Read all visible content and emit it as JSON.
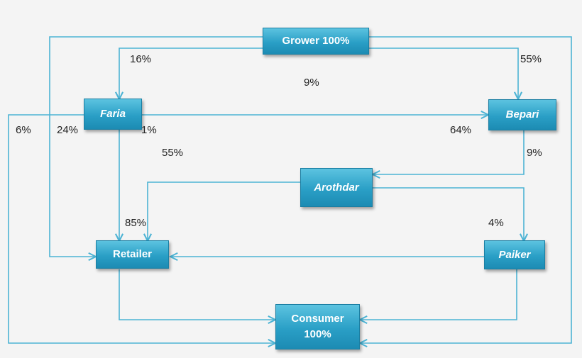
{
  "nodes": {
    "grower": "Grower 100%",
    "faria": "Faria",
    "bepari": "Bepari",
    "arothdar": "Arothdar",
    "retailer": "Retailer",
    "paiker": "Paiker",
    "consumer_line1": "Consumer",
    "consumer_line2": "100%"
  },
  "percentages": {
    "grower_to_faria": "16%",
    "grower_to_bepari": "55%",
    "grower_center": "9%",
    "faria_to_consumer": "6%",
    "faria_to_retailer": "24%",
    "faria_to_bepari": "1%",
    "faria_55": "55%",
    "bepari_64": "64%",
    "bepari_to_arothdar": "9%",
    "arothdar_to_retailer": "85%",
    "arothdar_to_paiker": "4%"
  },
  "colors": {
    "line": "#4cb3d4",
    "node_fill": "#2a9fc6"
  }
}
